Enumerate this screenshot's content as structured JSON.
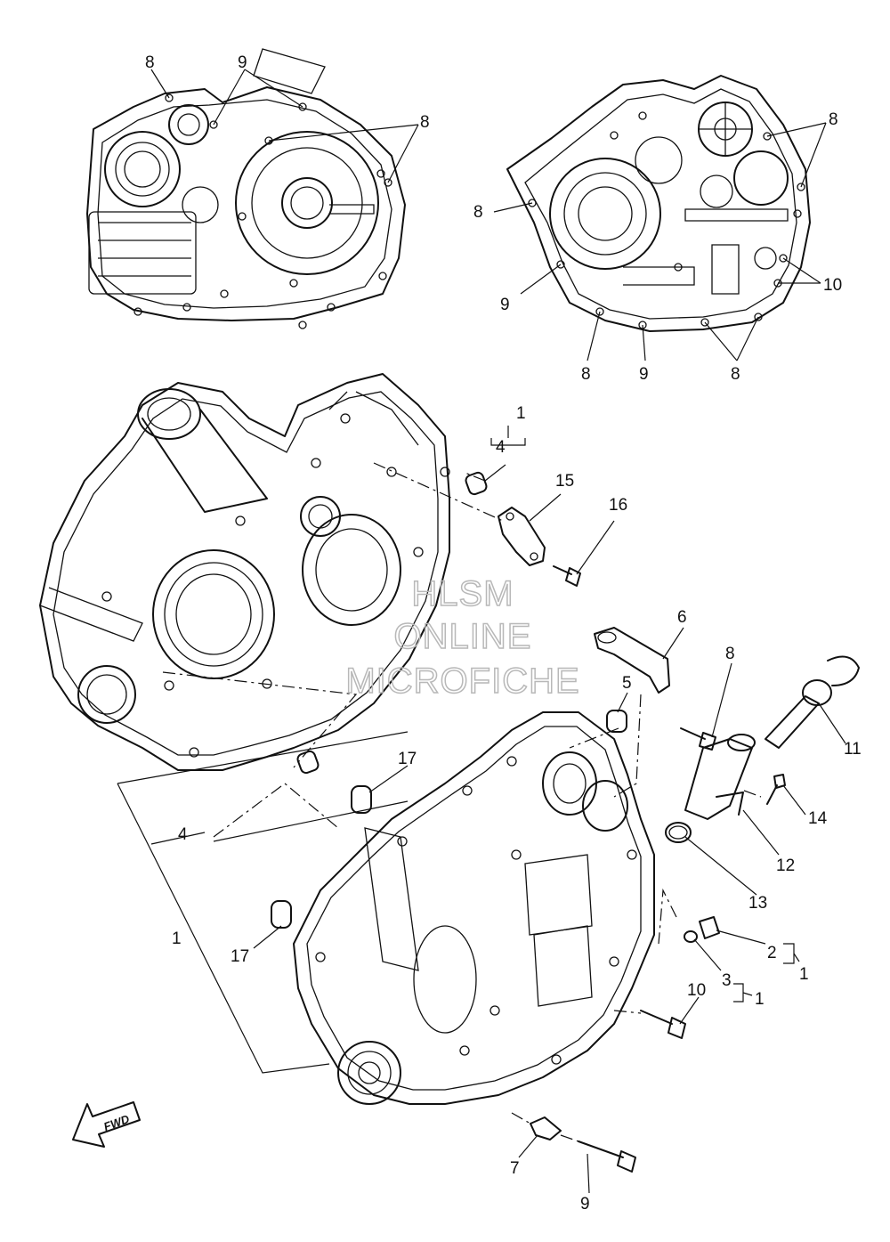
{
  "watermark": {
    "line1": "HLSM",
    "line2": "ONLINE",
    "line3": "MICROFICHE"
  },
  "fwd_label": "FWD",
  "callouts": [
    {
      "id": "c-8-a",
      "text": "8"
    },
    {
      "id": "c-9-a",
      "text": "9"
    },
    {
      "id": "c-8-b",
      "text": "8"
    },
    {
      "id": "c-8-c",
      "text": "8"
    },
    {
      "id": "c-8-d",
      "text": "8"
    },
    {
      "id": "c-9-b",
      "text": "9"
    },
    {
      "id": "c-10-a",
      "text": "10"
    },
    {
      "id": "c-8-e",
      "text": "8"
    },
    {
      "id": "c-9-c",
      "text": "9"
    },
    {
      "id": "c-8-f",
      "text": "8"
    },
    {
      "id": "c-1-a",
      "text": "1"
    },
    {
      "id": "c-4-a",
      "text": "4"
    },
    {
      "id": "c-15",
      "text": "15"
    },
    {
      "id": "c-16",
      "text": "16"
    },
    {
      "id": "c-6",
      "text": "6"
    },
    {
      "id": "c-8-g",
      "text": "8"
    },
    {
      "id": "c-5",
      "text": "5"
    },
    {
      "id": "c-11",
      "text": "11"
    },
    {
      "id": "c-17-a",
      "text": "17"
    },
    {
      "id": "c-4-b",
      "text": "4"
    },
    {
      "id": "c-14",
      "text": "14"
    },
    {
      "id": "c-12",
      "text": "12"
    },
    {
      "id": "c-13",
      "text": "13"
    },
    {
      "id": "c-1-b",
      "text": "1"
    },
    {
      "id": "c-17-b",
      "text": "17"
    },
    {
      "id": "c-2",
      "text": "2"
    },
    {
      "id": "c-1-c",
      "text": "1"
    },
    {
      "id": "c-3",
      "text": "3"
    },
    {
      "id": "c-1-d",
      "text": "1"
    },
    {
      "id": "c-10-b",
      "text": "10"
    },
    {
      "id": "c-7",
      "text": "7"
    },
    {
      "id": "c-9-d",
      "text": "9"
    }
  ]
}
